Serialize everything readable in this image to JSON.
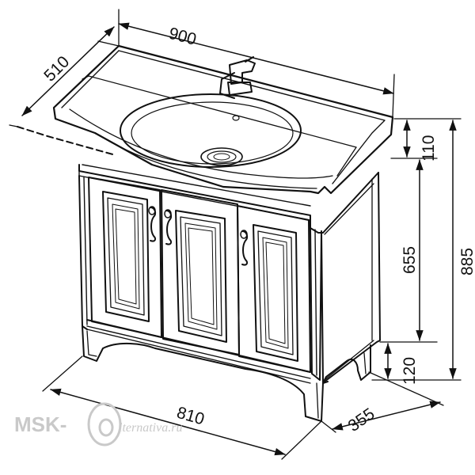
{
  "dimensions": {
    "top_width": "900",
    "top_depth": "510",
    "basin_height": "110",
    "cabinet_height": "655",
    "total_height": "885",
    "leg_height": "120",
    "base_width": "810",
    "base_depth": "355"
  },
  "watermark": {
    "prefix": "MSK-",
    "script": "lternativa.ru"
  },
  "colors": {
    "line": "#111111",
    "watermark": "#c9c9c9"
  }
}
